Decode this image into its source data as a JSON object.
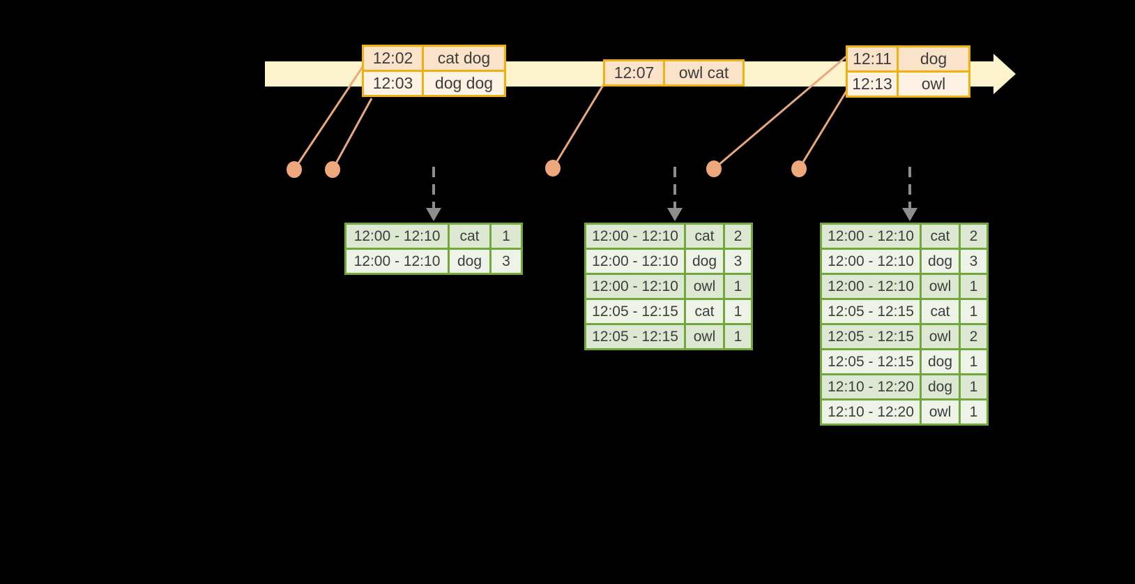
{
  "event_tables": [
    {
      "rows": [
        {
          "time": "12:02",
          "words": "cat dog"
        },
        {
          "time": "12:03",
          "words": "dog dog"
        }
      ]
    },
    {
      "rows": [
        {
          "time": "12:07",
          "words": "owl cat"
        }
      ]
    },
    {
      "rows": [
        {
          "time": "12:11",
          "words": "dog"
        },
        {
          "time": "12:13",
          "words": "owl"
        }
      ]
    }
  ],
  "result_tables": [
    {
      "rows": [
        {
          "window": "12:00 - 12:10",
          "word": "cat",
          "count": "1"
        },
        {
          "window": "12:00 - 12:10",
          "word": "dog",
          "count": "3"
        }
      ]
    },
    {
      "rows": [
        {
          "window": "12:00 - 12:10",
          "word": "cat",
          "count": "2"
        },
        {
          "window": "12:00 - 12:10",
          "word": "dog",
          "count": "3"
        },
        {
          "window": "12:00 - 12:10",
          "word": "owl",
          "count": "1"
        },
        {
          "window": "12:05 - 12:15",
          "word": "cat",
          "count": "1"
        },
        {
          "window": "12:05 - 12:15",
          "word": "owl",
          "count": "1"
        }
      ]
    },
    {
      "rows": [
        {
          "window": "12:00 - 12:10",
          "word": "cat",
          "count": "2"
        },
        {
          "window": "12:00 - 12:10",
          "word": "dog",
          "count": "3"
        },
        {
          "window": "12:00 - 12:10",
          "word": "owl",
          "count": "1"
        },
        {
          "window": "12:05 - 12:15",
          "word": "cat",
          "count": "1"
        },
        {
          "window": "12:05 - 12:15",
          "word": "owl",
          "count": "2"
        },
        {
          "window": "12:05 - 12:15",
          "word": "dog",
          "count": "1"
        },
        {
          "window": "12:10 - 12:20",
          "word": "dog",
          "count": "1"
        },
        {
          "window": "12:10 - 12:20",
          "word": "owl",
          "count": "1"
        }
      ]
    }
  ],
  "colors": {
    "background": "#000000",
    "timeline_fill": "#fdf3cd",
    "event_table_border": "#eeb111",
    "event_row_dark": "#fae3c8",
    "event_row_light": "#fdf2e3",
    "result_table_border": "#72a73d",
    "result_row_dark": "#dce8d1",
    "result_row_light": "#eef3e8",
    "connector_line": "#e9a97e",
    "event_dot": "#efa87c",
    "trigger_arrow": "#8e8e8e",
    "text": "#3d3d3d"
  }
}
